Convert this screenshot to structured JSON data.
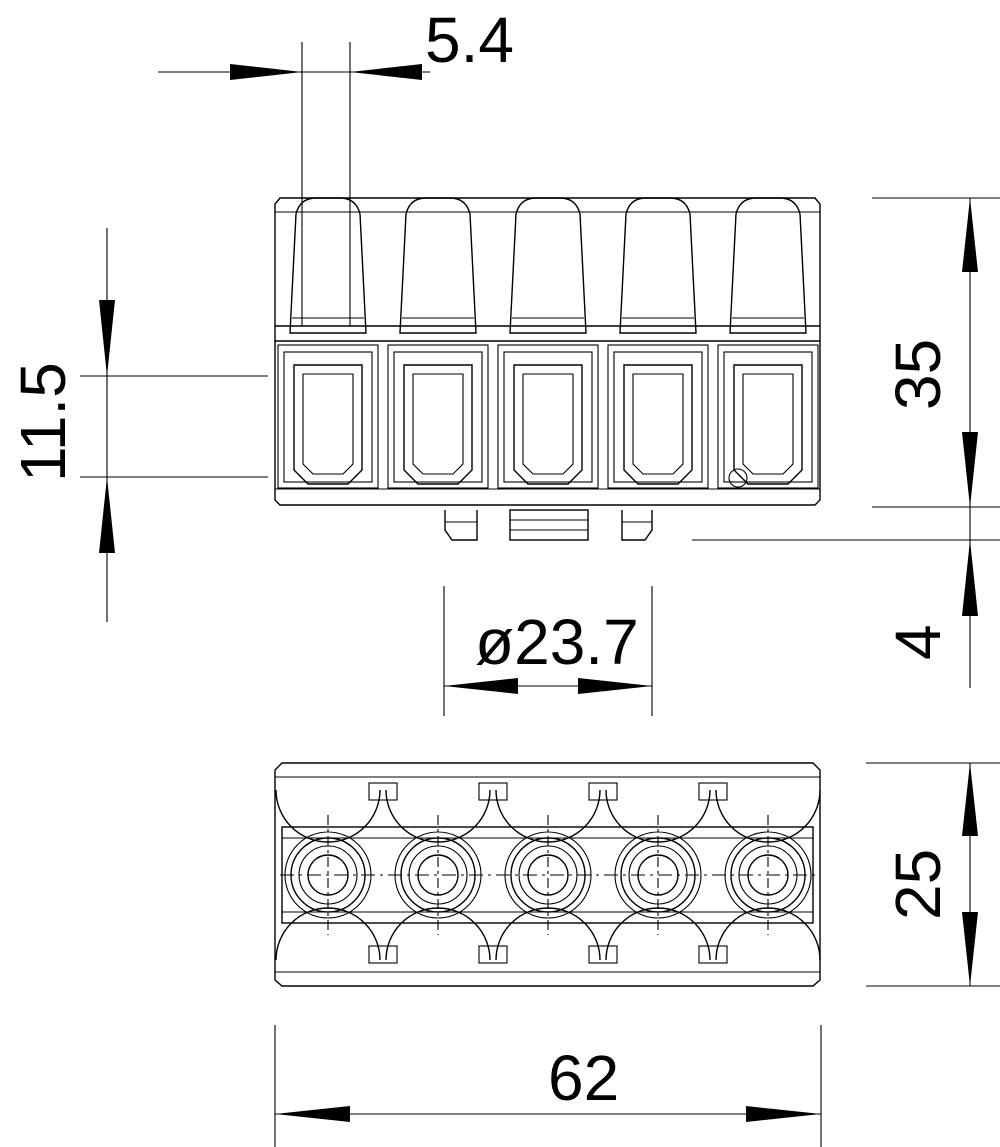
{
  "dimensions": {
    "top_width": "5.4",
    "left_height": "11.5",
    "right_height": "35",
    "lower_right": "4",
    "diameter": "ø23.7",
    "bottom_view_height": "25",
    "overall_width": "62"
  },
  "terminal_count": 5,
  "colors": {
    "line": "#000000",
    "background": "#ffffff"
  }
}
